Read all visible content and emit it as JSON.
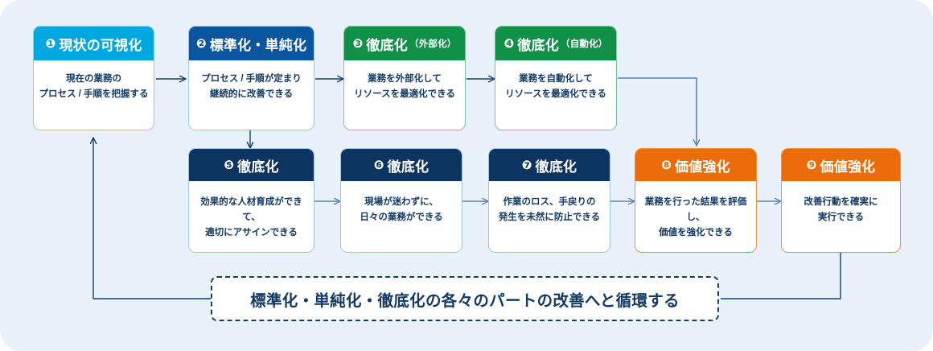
{
  "diagram": {
    "background_color": "#e9f1fb",
    "banner": {
      "text": "標準化・単純化・徹底化の各々のパートの改善へと循環する",
      "text_color": "#123a63",
      "border_style": "dashed"
    },
    "cards": [
      {
        "id": 1,
        "number": "❶",
        "title": "現状の可視化",
        "subtitle": "",
        "body_line1": "現在の業務の",
        "body_line2": "プロセス / 手順を把握する",
        "theme": "cyan",
        "header_color": "#00a7e1",
        "border_color": "#7fd2f0"
      },
      {
        "id": 2,
        "number": "❷",
        "title": "標準化・単純化",
        "subtitle": "",
        "body_line1": "プロセス / 手順が定まり",
        "body_line2": "継続的に改善できる",
        "theme": "blue",
        "header_color": "#0a569e",
        "border_color": "#9fc6e8"
      },
      {
        "id": 3,
        "number": "❸",
        "title": "徹底化",
        "subtitle": "（外部化）",
        "body_line1": "業務を外部化して",
        "body_line2": "リソースを最適化できる",
        "theme": "green",
        "header_color": "#119048",
        "border_color": "#77c79a"
      },
      {
        "id": 4,
        "number": "❹",
        "title": "徹底化",
        "subtitle": "（自動化）",
        "body_line1": "業務を自動化して",
        "body_line2": "リソースを最適化できる",
        "theme": "green",
        "header_color": "#119048",
        "border_color": "#77c79a"
      },
      {
        "id": 5,
        "number": "❺",
        "title": "徹底化",
        "subtitle": "",
        "body_line1": "効果的な人材育成ができて、",
        "body_line2": "適切にアサインできる",
        "theme": "navy",
        "header_color": "#0c3461",
        "border_color": "#9fc6e8"
      },
      {
        "id": 6,
        "number": "❻",
        "title": "徹底化",
        "subtitle": "",
        "body_line1": "現場が迷わずに、",
        "body_line2": "日々の業務ができる",
        "theme": "navy",
        "header_color": "#0c3461",
        "border_color": "#9fc6e8"
      },
      {
        "id": 7,
        "number": "❼",
        "title": "徹底化",
        "subtitle": "",
        "body_line1": "作業のロス、手戻りの",
        "body_line2": "発生を未然に防止できる",
        "theme": "navy",
        "header_color": "#0c3461",
        "border_color": "#9fc6e8"
      },
      {
        "id": 8,
        "number": "❽",
        "title": "価値強化",
        "subtitle": "",
        "body_line1": "業務を行った結果を評価し、",
        "body_line2": "価値を強化できる",
        "theme": "orange",
        "header_color": "#ec6c0a",
        "border_color": "#f09233"
      },
      {
        "id": 9,
        "number": "❾",
        "title": "価値強化",
        "subtitle": "",
        "body_line1": "改善行動を確実に",
        "body_line2": "実行できる",
        "theme": "orange",
        "header_color": "#ec6c0a",
        "border_color": "#f09233"
      }
    ]
  }
}
